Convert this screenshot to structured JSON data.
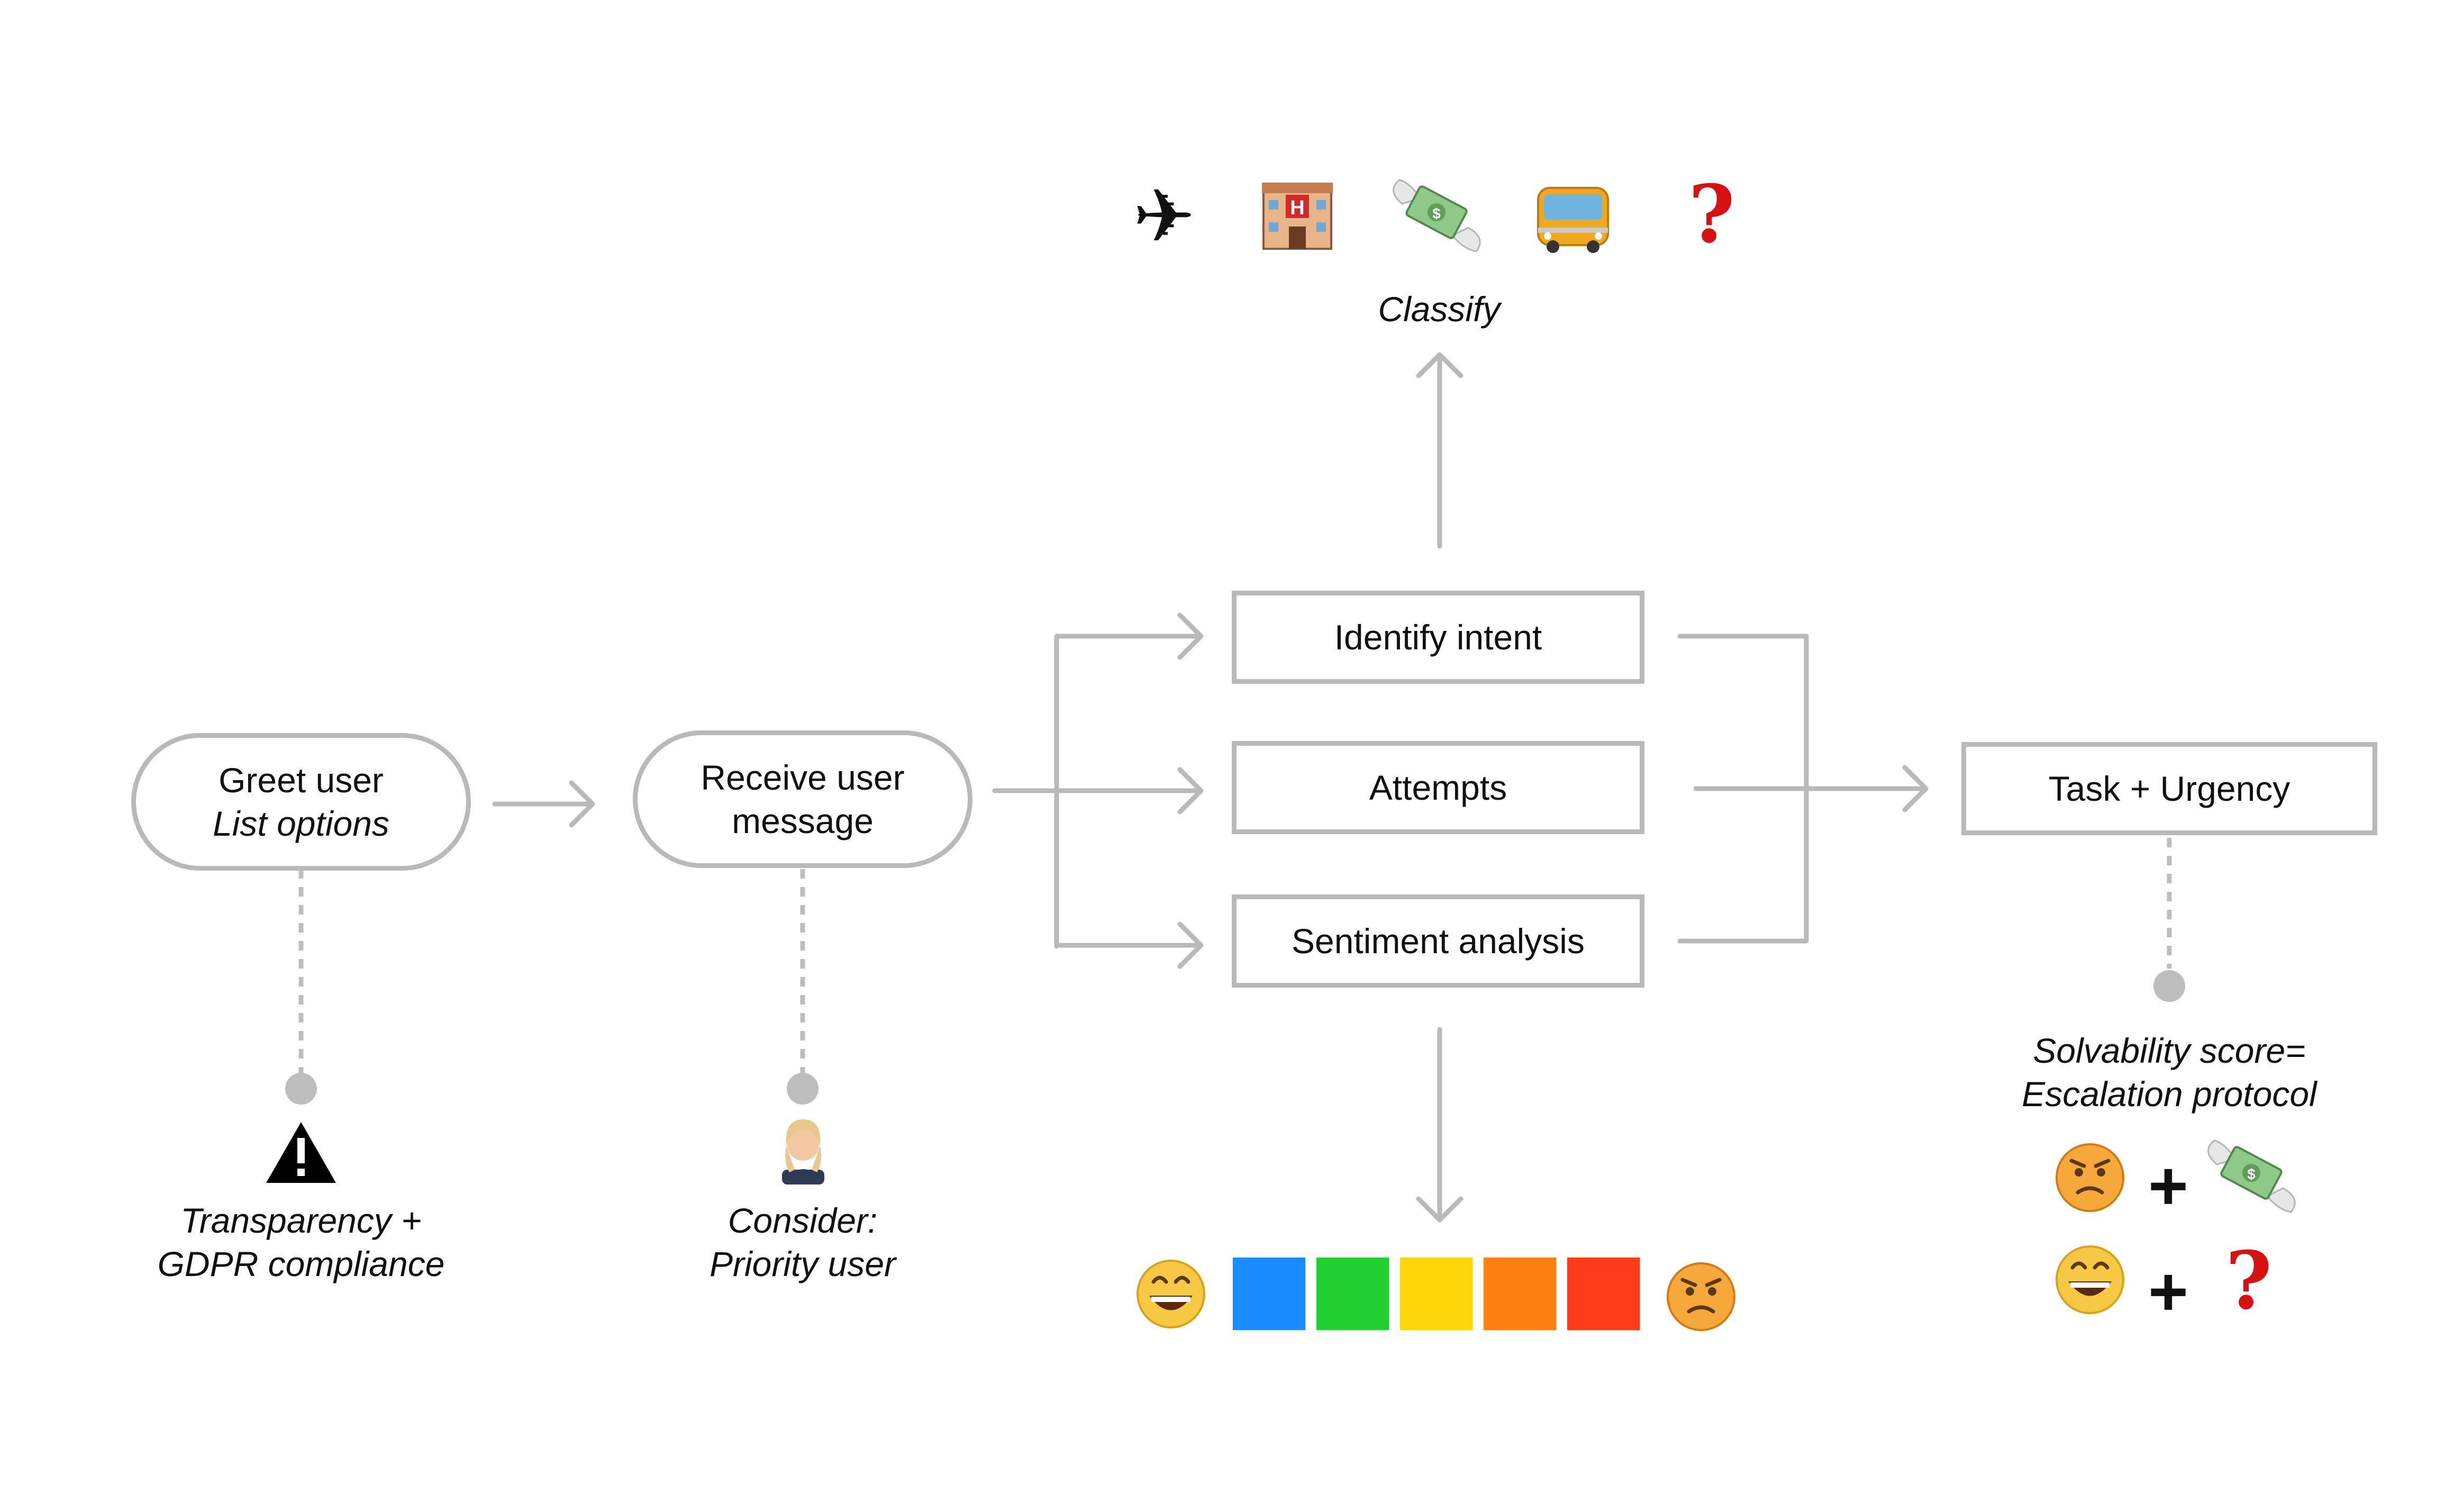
{
  "nodes": {
    "greet": {
      "line1": "Greet user",
      "line2": "List options"
    },
    "receive": {
      "line1": "Receive user",
      "line2": "message"
    },
    "identify": {
      "label": "Identify intent"
    },
    "attempts": {
      "label": "Attempts"
    },
    "sentiment": {
      "label": "Sentiment analysis"
    },
    "task": {
      "label": "Task + Urgency"
    }
  },
  "annotations": {
    "classify": "Classify",
    "transparency": {
      "line1": "Transparency +",
      "line2": "GDPR compliance"
    },
    "consider": {
      "line1": "Consider:",
      "line2": "Priority user"
    },
    "solvability": {
      "line1": "Solvability score=",
      "line2": "Escalation protocol"
    }
  },
  "intent_icons": [
    "airplane-icon",
    "hotel-icon",
    "money-with-wings-icon",
    "bus-icon",
    "question-mark-icon"
  ],
  "sentiment_scale": {
    "left_icon": "grinning-face-icon",
    "right_icon": "angry-face-icon",
    "colors": [
      "#1a8cff",
      "#22d131",
      "#ffd60a",
      "#ff8012",
      "#ff3b1a"
    ]
  },
  "escalation_rules": [
    {
      "icon": "angry-face-icon",
      "operator": "+",
      "target": "money-with-wings-icon"
    },
    {
      "icon": "grinning-face-icon",
      "operator": "+",
      "target": "question-mark-icon"
    }
  ],
  "colors": {
    "connector": "#b9b9b9",
    "dot": "#bdbdbd",
    "question": "#d91010"
  }
}
